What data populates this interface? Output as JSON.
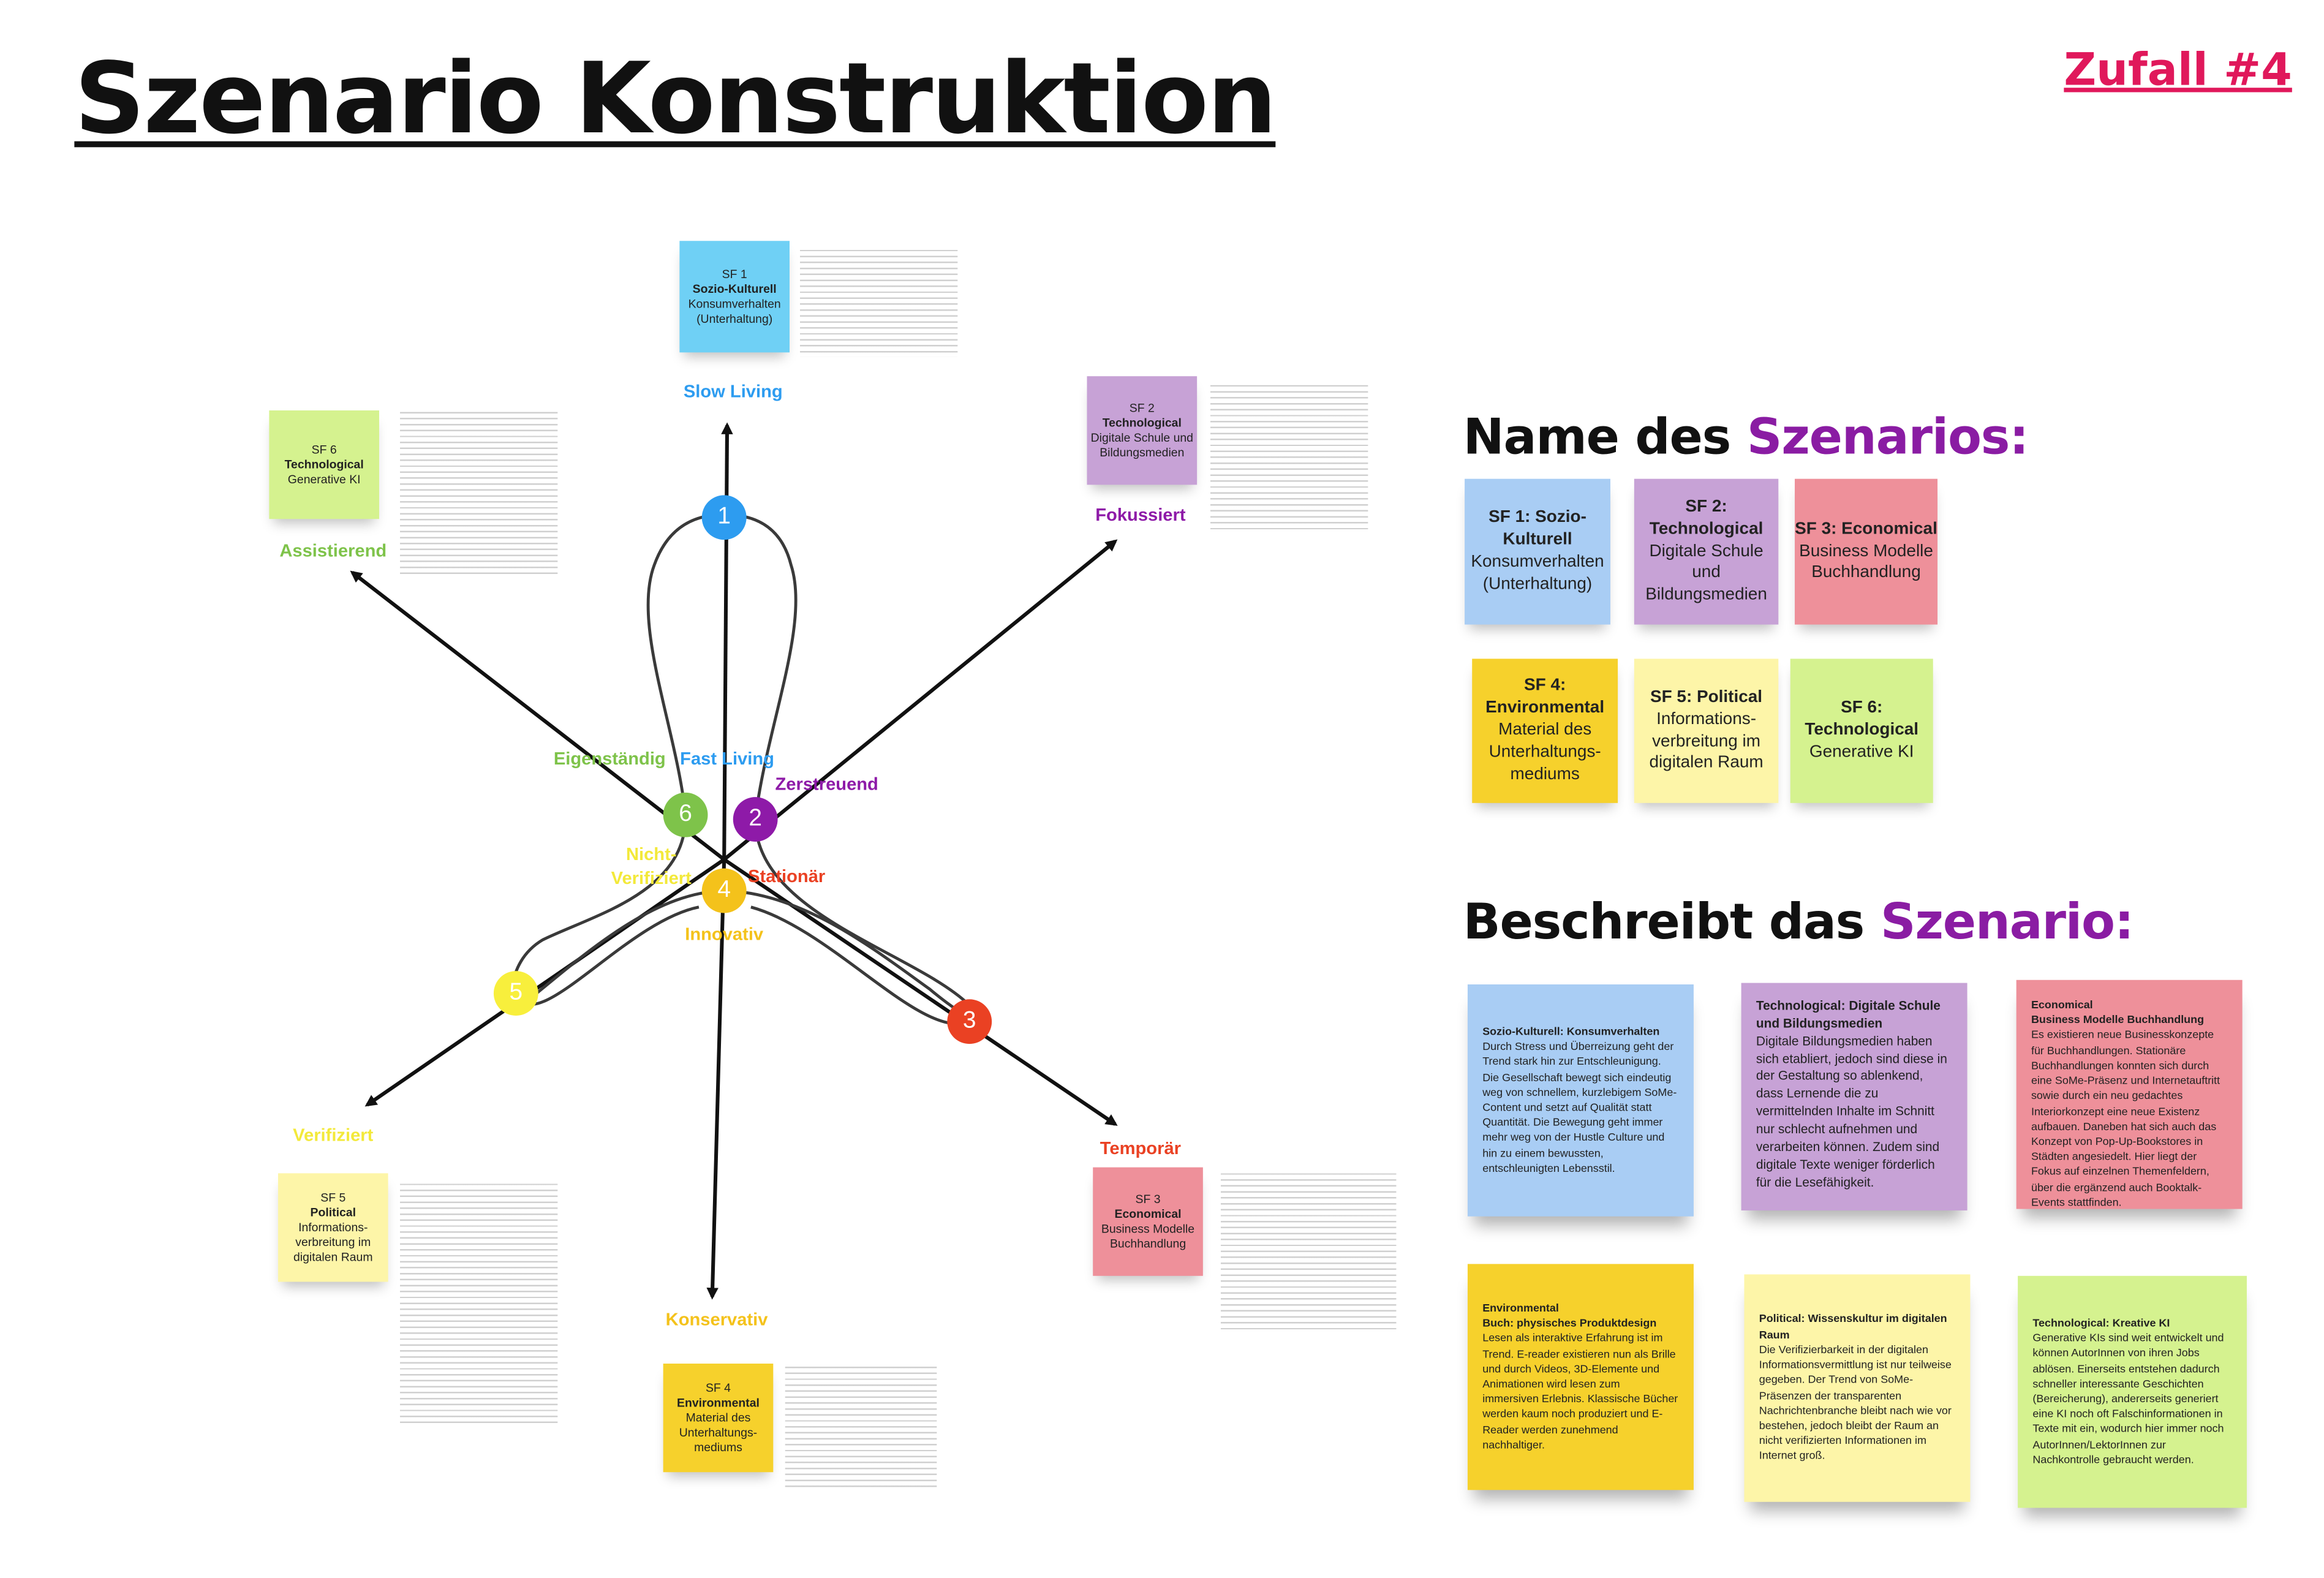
{
  "header": {
    "title": "Szenario Konstruktion",
    "random_label": "Zufall #4"
  },
  "diagram": {
    "nodes": [
      {
        "number": "1",
        "color": "#2d9cf0"
      },
      {
        "number": "2",
        "color": "#8e1aa8"
      },
      {
        "number": "3",
        "color": "#ea4123"
      },
      {
        "number": "4",
        "color": "#f4c21b"
      },
      {
        "number": "5",
        "color": "#f8ef3c"
      },
      {
        "number": "6",
        "color": "#7ec34a"
      }
    ],
    "axis_labels": {
      "slow_living": "Slow Living",
      "fast_living": "Fast Living",
      "fokussiert": "Fokussiert",
      "zerstreuend": "Zerstreuend",
      "assistierend": "Assistierend",
      "eigenstaendig": "Eigenständig",
      "verifiziert": "Verifiziert",
      "nicht_verifiziert_1": "Nicht-",
      "nicht_verifiziert_2": "Verifiziert",
      "temporaer": "Temporär",
      "stationaer": "Stationär",
      "konservativ": "Konservativ",
      "innovativ": "Innovativ"
    },
    "factors": [
      {
        "id": "SF 1",
        "category": "Sozio-Kulturell",
        "topic": "Konsumverhalten (Unterhaltung)",
        "color": "#6fd0f5"
      },
      {
        "id": "SF 2",
        "category": "Technological",
        "topic": "Digitale Schule und Bildungsmedien",
        "color": "#c7a2d6"
      },
      {
        "id": "SF 3",
        "category": "Economical",
        "topic": "Business Modelle Buchhandlung",
        "color": "#ee909a"
      },
      {
        "id": "SF 4",
        "category": "Environmental",
        "topic": "Material des Unterhaltungs-mediums",
        "color": "#f6d12c"
      },
      {
        "id": "SF 5",
        "category": "Political",
        "topic": "Informations-verbreitung im digitalen Raum",
        "color": "#fdf5a8"
      },
      {
        "id": "SF 6",
        "category": "Technological",
        "topic": "Generative KI",
        "color": "#d5f28f"
      }
    ]
  },
  "name_section": {
    "heading_prefix": "Name des ",
    "heading_accent": "Szenarios:",
    "notes": [
      {
        "title": "SF 1: Sozio-Kulturell",
        "body": "Konsumverhalten (Unterhaltung)",
        "color": "#a9cdf4"
      },
      {
        "title": "SF 2: Technological",
        "body": "Digitale Schule und Bildungsmedien",
        "color": "#c7a2d6"
      },
      {
        "title": "SF 3: Economical",
        "body": "Business Modelle Buchhandlung",
        "color": "#ee909a"
      },
      {
        "title": "SF 4: Environmental",
        "body": "Material des Unterhaltungs-mediums",
        "color": "#f6d12c"
      },
      {
        "title": "SF 5: Political",
        "body": "Informations-verbreitung im digitalen Raum",
        "color": "#fdf5a8"
      },
      {
        "title": "SF 6: Technological",
        "body": "Generative KI",
        "color": "#d5f28f"
      }
    ]
  },
  "describe_section": {
    "heading_prefix": "Beschreibt das ",
    "heading_accent": "Szenario:",
    "notes": [
      {
        "title": "Sozio-Kulturell: Konsumverhalten",
        "subtitle": "",
        "body": "Durch Stress und Überreizung geht der Trend stark hin zur Entschleunigung. Die Gesellschaft bewegt sich eindeutig weg von schnellem, kurzlebigem SoMe-Content und setzt auf Qualität statt Quantität. Die Bewegung geht immer mehr weg von der Hustle Culture und hin zu einem bewussten, entschleunigten Lebensstil.",
        "color": "#a9cdf4"
      },
      {
        "title": "Technological: Digitale Schule und Bildungsmedien",
        "subtitle": "",
        "body": "Digitale Bildungsmedien haben sich etabliert, jedoch sind diese in der Gestaltung so ablenkend, dass Lernende die zu vermittelnden Inhalte im Schnitt nur schlecht aufnehmen und verarbeiten können. Zudem sind digitale Texte weniger förderlich für die Lesefähigkeit.",
        "color": "#c7a2d6"
      },
      {
        "title": "Economical",
        "subtitle": "Business Modelle Buchhandlung",
        "body": "Es existieren neue Businesskonzepte für Buchhandlungen. Stationäre Buchhandlungen konnten sich durch eine SoMe-Präsenz und Internetauftritt sowie durch ein neu gedachtes Interiorkonzept eine neue Existenz aufbauen. Daneben hat sich auch das Konzept von Pop-Up-Bookstores in Städten angesiedelt. Hier liegt der Fokus auf einzelnen Themenfeldern, über die ergänzend auch Booktalk-Events stattfinden.",
        "color": "#ee909a"
      },
      {
        "title": "Environmental",
        "subtitle": "Buch: physisches Produktdesign",
        "body": "Lesen als interaktive Erfahrung ist im Trend. E-reader existieren nun als Brille und durch Videos, 3D-Elemente und Animationen wird lesen zum immersiven Erlebnis. Klassische Bücher werden kaum noch produziert und E-Reader werden zunehmend nachhaltiger.",
        "color": "#f6d12c"
      },
      {
        "title": "Political: Wissenskultur im digitalen Raum",
        "subtitle": "",
        "body": "Die Verifizierbarkeit in der digitalen Informationsvermittlung ist nur teilweise gegeben. Der Trend von SoMe-Präsenzen der transparenten Nachrichtenbranche bleibt nach wie vor bestehen, jedoch bleibt der Raum an nicht verifizierten Informationen im Internet groß.",
        "color": "#fdf5a8"
      },
      {
        "title": "Technological: Kreative KI",
        "subtitle": "",
        "body": "Generative KIs sind weit entwickelt und können AutorInnen von ihren Jobs ablösen. Einerseits entstehen dadurch schneller interessante Geschichten (Bereicherung), andererseits generiert eine KI noch oft Falschinformationen in Texte mit ein, wodurch hier immer noch AutorInnen/LektorInnen zur Nachkontrolle gebraucht werden.",
        "color": "#d5f28f"
      }
    ]
  }
}
